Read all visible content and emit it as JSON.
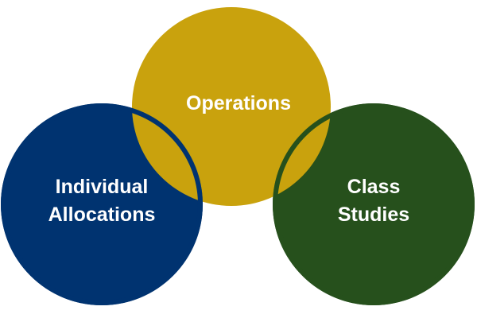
{
  "diagram": {
    "circles": {
      "operations": {
        "label": "Operations",
        "color": "#c9a20d"
      },
      "individual_allocations": {
        "label_line1": "Individual",
        "label_line2": "Allocations",
        "color": "#003370"
      },
      "class_studies": {
        "label_line1": "Class",
        "label_line2": "Studies",
        "color": "#26501c"
      }
    }
  }
}
